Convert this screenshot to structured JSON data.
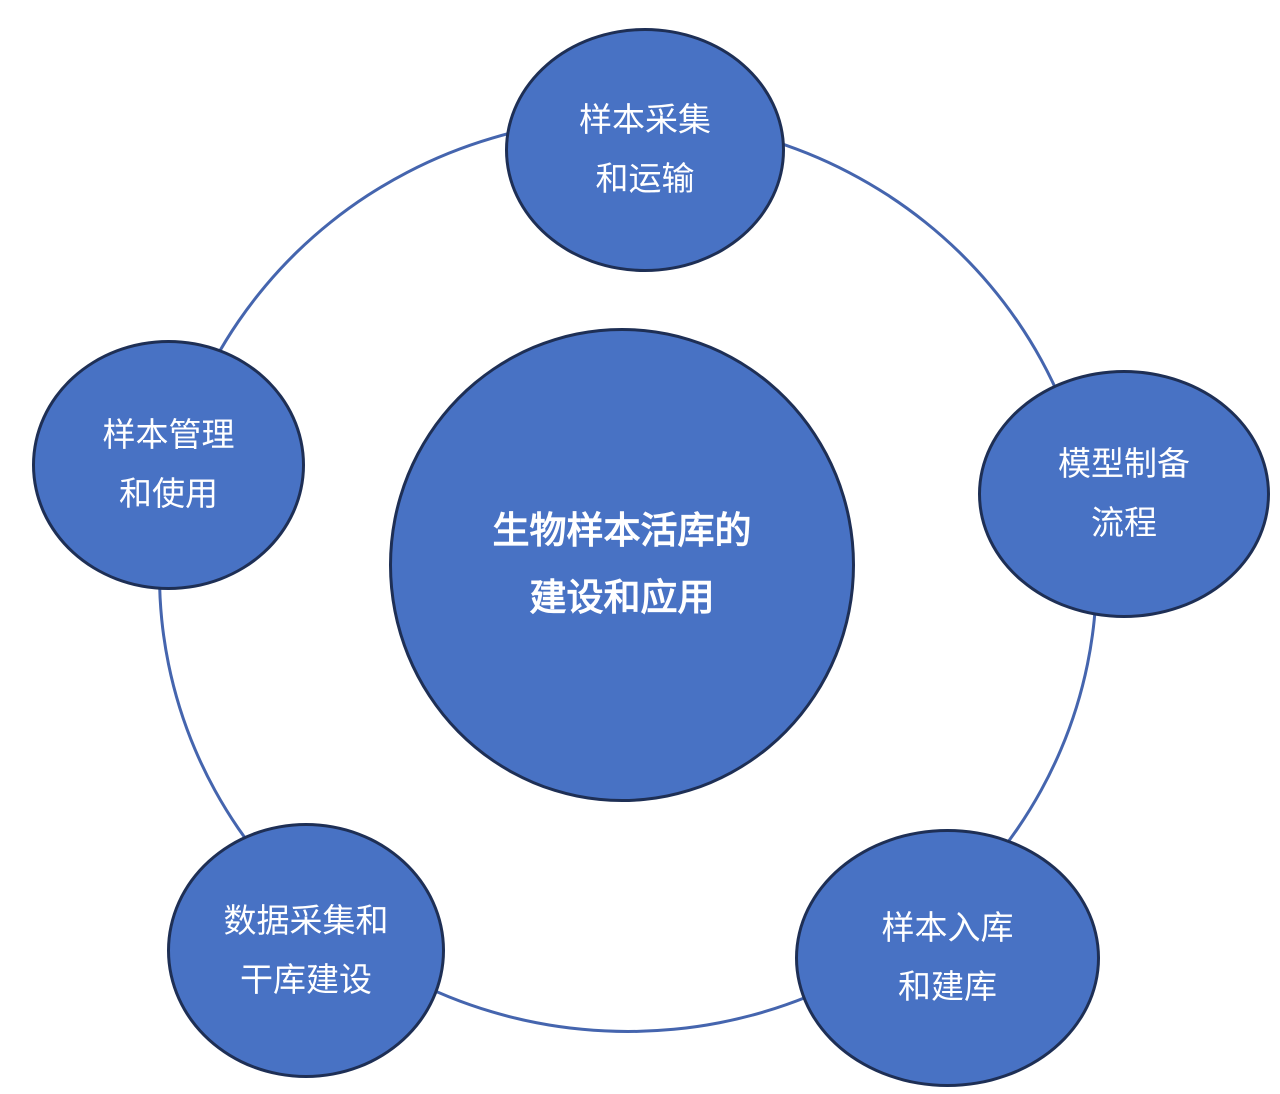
{
  "diagram": {
    "type": "radial-cycle",
    "background_color": "#ffffff",
    "colors": {
      "node_fill": "#4872C4",
      "node_border": "#1E2F55",
      "ring_stroke": "#4565AE",
      "text": "#ffffff"
    },
    "center": {
      "line1": "生物样本活库的",
      "line2": "建设和应用"
    },
    "nodes": [
      {
        "position": "top",
        "line1": "样本采集",
        "line2": "和运输"
      },
      {
        "position": "left",
        "line1": "样本管理",
        "line2": "和使用"
      },
      {
        "position": "right",
        "line1": "模型制备",
        "line2": "流程"
      },
      {
        "position": "bottom-left",
        "line1": "数据采集和",
        "line2": "干库建设"
      },
      {
        "position": "bottom-right",
        "line1": "样本入库",
        "line2": "和建库"
      }
    ]
  }
}
